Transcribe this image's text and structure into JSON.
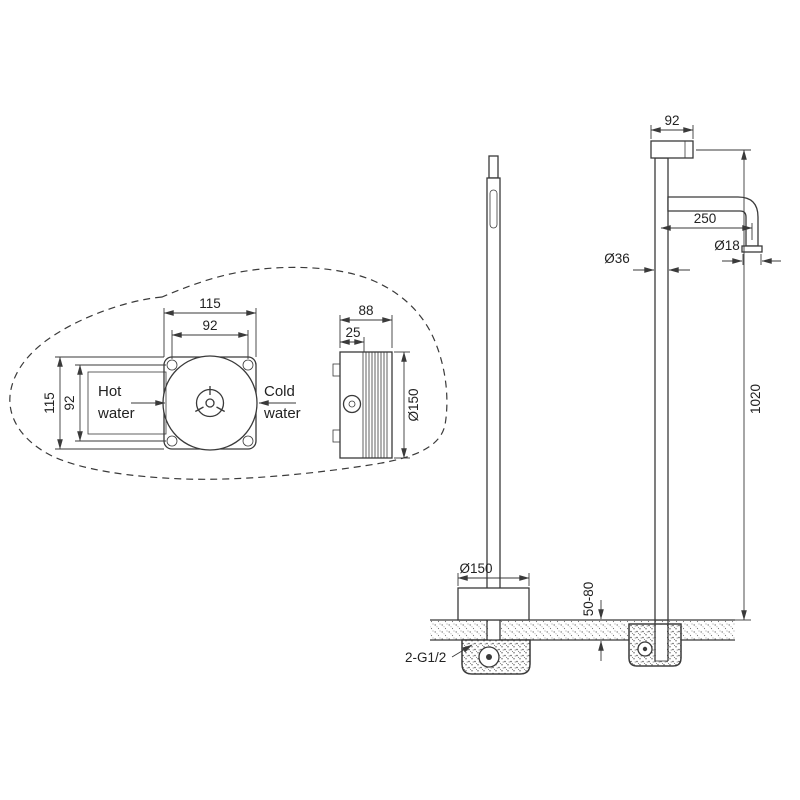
{
  "drawing": {
    "rough_in_valve": {
      "front": {
        "width_outer": "115",
        "width_inner": "92",
        "height_outer": "115",
        "height_inner": "92",
        "hot_word1": "Hot",
        "hot_word2": "water",
        "cold_word1": "Cold",
        "cold_word2": "water"
      },
      "side": {
        "width": "88",
        "flange_depth": "25",
        "diameter": "Ø150"
      }
    },
    "faucet": {
      "top_cap_length": "92",
      "spout_reach": "250",
      "spout_diameter": "Ø18",
      "column_diameter": "Ø36",
      "height": "1020",
      "base_diameter": "Ø150",
      "floor_thickness": "50-80",
      "connection": "2-G1/2"
    },
    "colors": {
      "line": "#3a3a3a",
      "background": "#ffffff"
    }
  }
}
